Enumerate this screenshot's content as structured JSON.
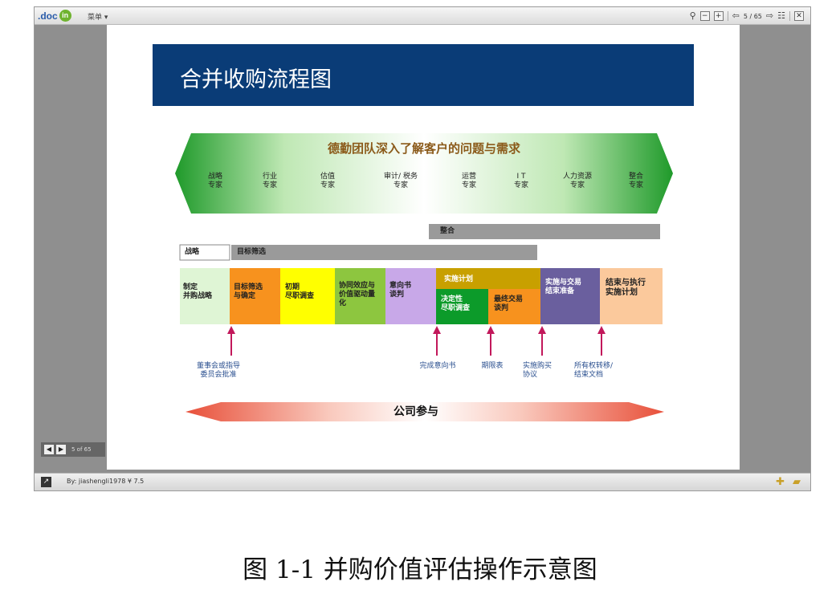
{
  "viewer": {
    "logo": ".doc",
    "logo_badge": "in",
    "menu_label": "菜单 ▾",
    "page_indicator": "5 / 65",
    "nav_page": "5 of 65",
    "user_text": "By: jiashengli1978   ¥ 7.5"
  },
  "slide": {
    "title": "合并收购流程图",
    "banner_heading": "德勤团队深入了解客户的问题与需求",
    "experts": [
      {
        "line1": "战略",
        "line2": "专家"
      },
      {
        "line1": "行业",
        "line2": "专家"
      },
      {
        "line1": "估值",
        "line2": "专家"
      },
      {
        "line1": "审计/ 税务",
        "line2": "专家"
      },
      {
        "line1": "运营",
        "line2": "专家"
      },
      {
        "line1": "I T",
        "line2": "专家"
      },
      {
        "line1": "人力资源",
        "line2": "专家"
      },
      {
        "line1": "整合",
        "line2": "专家"
      }
    ],
    "phase_integration": "整合",
    "phase_strategy": "战略",
    "phase_screening": "目标筛选",
    "steps": [
      {
        "line1": "制定",
        "line2": "并购战略",
        "color": "#dff5d5"
      },
      {
        "line1": "目标筛选",
        "line2": "与确定",
        "color": "#f7921e"
      },
      {
        "line1": "初期",
        "line2": "尽职调查",
        "color": "#ffff00"
      },
      {
        "line1": "协同效应与",
        "line2": "价值驱动量",
        "line3": "化",
        "color": "#8dc63f"
      },
      {
        "line1": "意向书",
        "line2": "谈判",
        "color": "#c8a8e8"
      },
      {
        "line1": "实施计划",
        "color": "#c8a000"
      },
      {
        "line1": "决定性",
        "line2": "尽职调查",
        "color": "#0c9b2a"
      },
      {
        "line1": "最终交易",
        "line2": "谈判",
        "color": "#f7921e"
      },
      {
        "line1": "实施与交易",
        "line2": "结束准备",
        "color": "#6a5f9e"
      },
      {
        "line1": "结束与执行",
        "line2": "实施计划",
        "color": "#fbc99c"
      }
    ],
    "milestones": [
      {
        "line1": "董事会或指导",
        "line2": "委员会批准"
      },
      {
        "line1": "完成意向书",
        "line2": ""
      },
      {
        "line1": "期限表",
        "line2": ""
      },
      {
        "line1": "实施购买",
        "line2": "协议"
      },
      {
        "line1": "所有权转移/",
        "line2": "结束文档"
      }
    ],
    "footer_arrow": "公司参与"
  },
  "caption": "图 1-1 并购价值评估操作示意图",
  "colors": {
    "banner": "#0a3c77",
    "heading": "#8b5a1a",
    "milestone_arrow": "#c2185b",
    "milestone_text": "#2a4f8f"
  }
}
